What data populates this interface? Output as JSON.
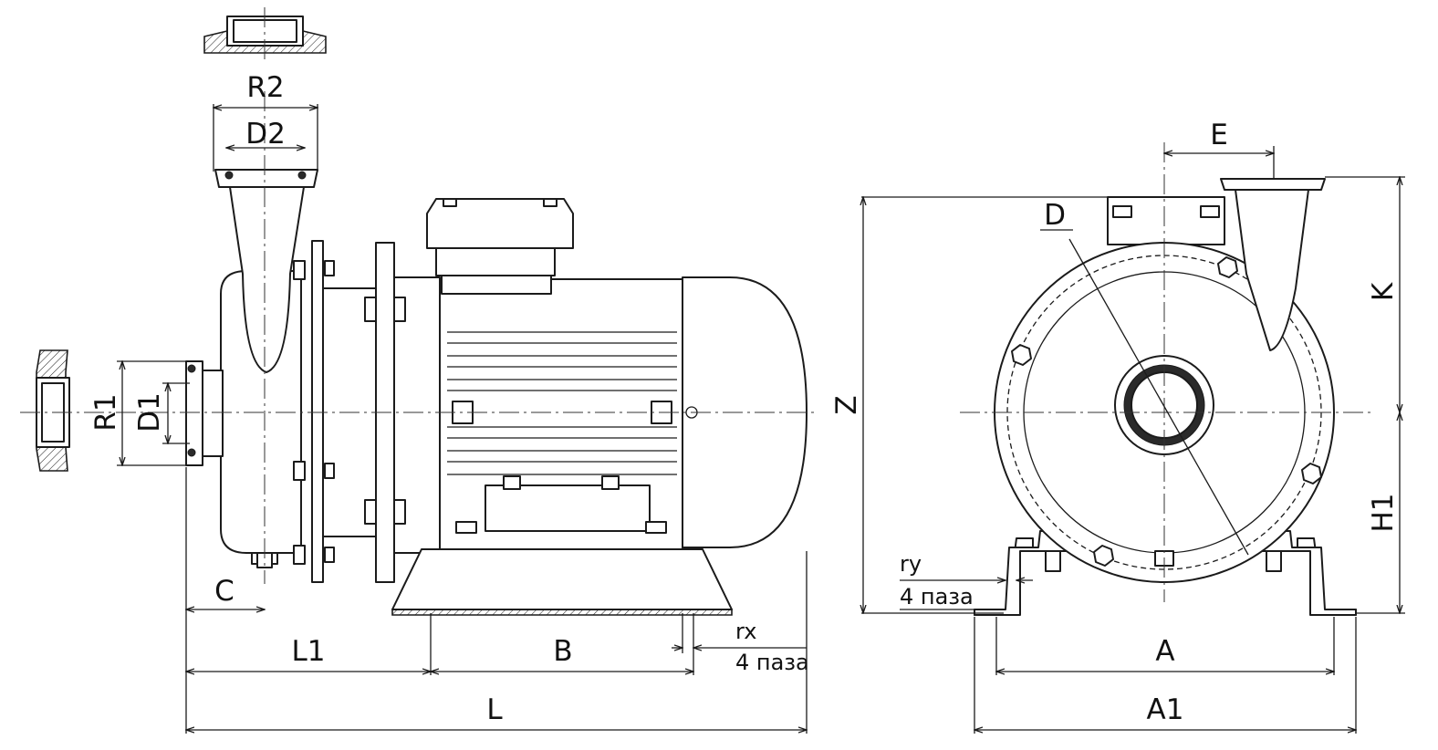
{
  "labels": {
    "R2": "R2",
    "D2": "D2",
    "R1": "R1",
    "D1": "D1",
    "C": "C",
    "L1": "L1",
    "B": "B",
    "L": "L",
    "rx": "rx",
    "slots_x": "4 паза",
    "ry": "ry",
    "slots_y": "4 паза",
    "E": "E",
    "D": "D",
    "K": "K",
    "Z": "Z",
    "H1": "H1",
    "A": "A",
    "A1": "A1"
  }
}
